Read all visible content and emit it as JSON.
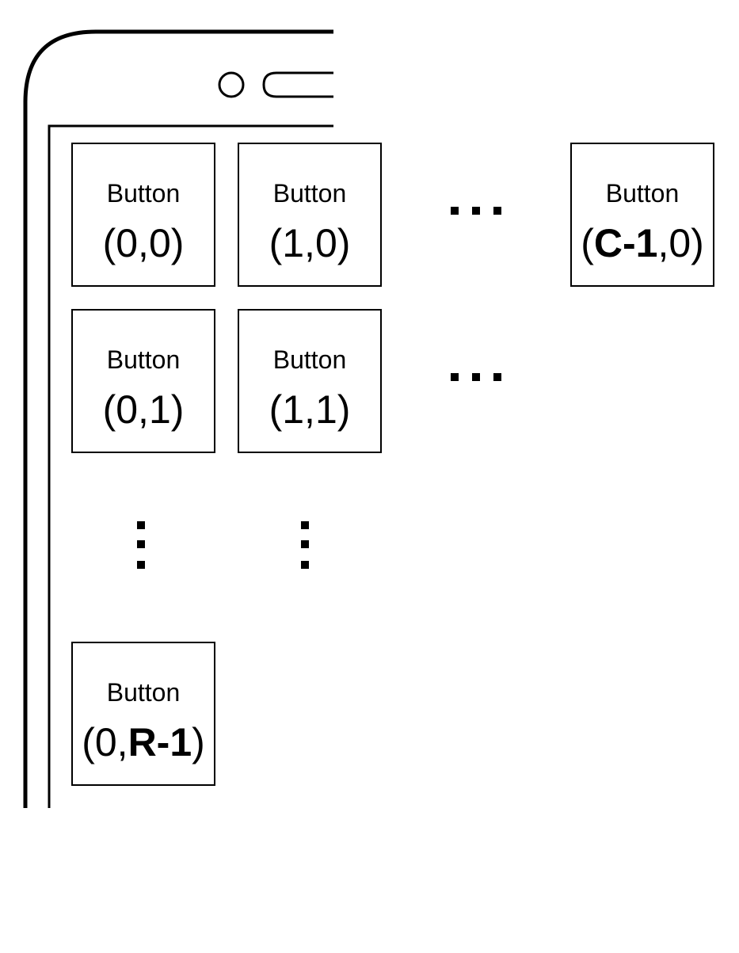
{
  "button_label": "Button",
  "buttons": [
    {
      "name": "button-0-0",
      "pre": "(0,0)",
      "bold": "",
      "post": ""
    },
    {
      "name": "button-1-0",
      "pre": "(1,0)",
      "bold": "",
      "post": ""
    },
    {
      "name": "button-c-1-0",
      "pre": "(",
      "bold": "C-1",
      "post": ",0)"
    },
    {
      "name": "button-0-1",
      "pre": "(0,1)",
      "bold": "",
      "post": ""
    },
    {
      "name": "button-1-1",
      "pre": "(1,1)",
      "bold": "",
      "post": ""
    },
    {
      "name": "button-0-r-1",
      "pre": "(0,",
      "bold": "R-1",
      "post": ")"
    }
  ]
}
